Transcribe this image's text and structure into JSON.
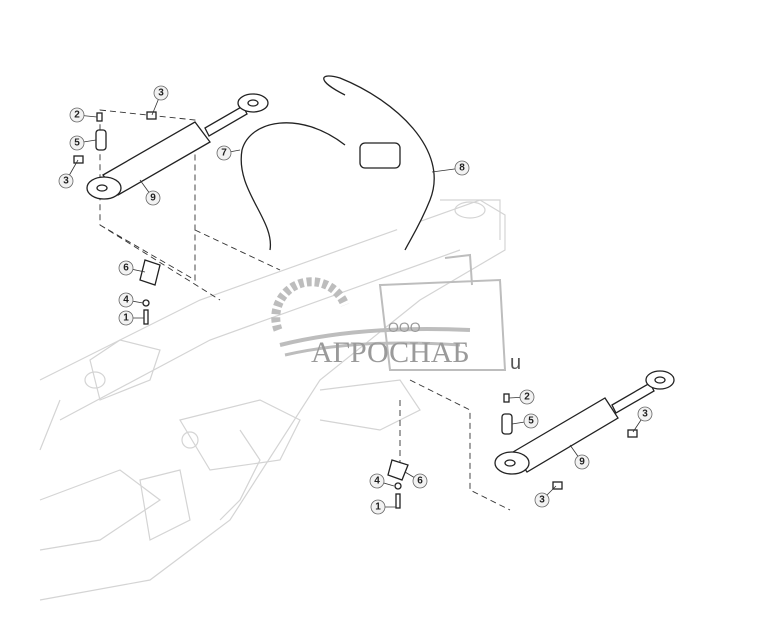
{
  "watermark": {
    "prefix": "ООО",
    "company": "АГРОСНАБ",
    "suffix": "u"
  },
  "callouts": [
    "2",
    "3",
    "5",
    "3",
    "9",
    "7",
    "8",
    "6",
    "4",
    "1",
    "2",
    "5",
    "3",
    "9",
    "3",
    "4",
    "6",
    "1"
  ],
  "colors": {
    "line": "#222222",
    "frame": "#d4d4d4",
    "watermark": "#9a9a9a"
  }
}
